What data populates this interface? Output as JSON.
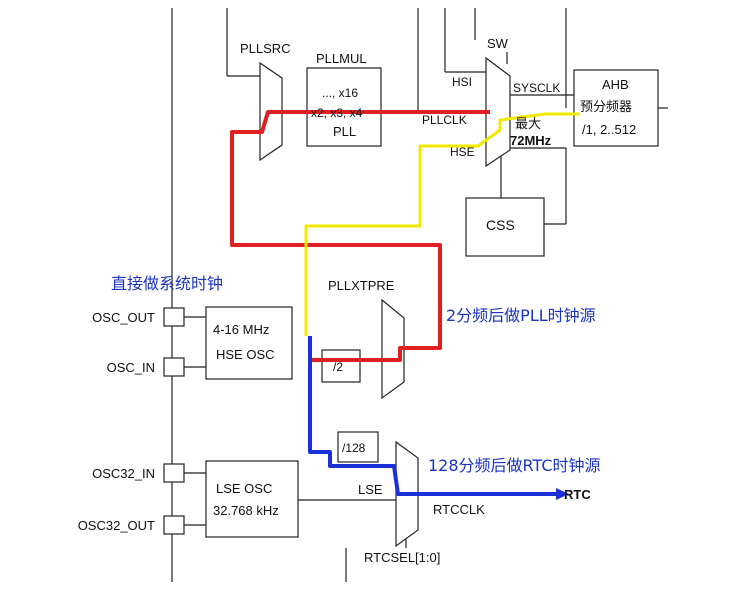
{
  "blocks": {
    "pllsrc": "PLLSRC",
    "pllmul": "PLLMUL",
    "pll_box": [
      "..., x16",
      "x2, x3, x4",
      "PLL"
    ],
    "sw": "SW",
    "hsi": "HSI",
    "sysclk": "SYSCLK",
    "pllclk": "PLLCLK",
    "hse": "HSE",
    "max_label": "最大",
    "max_value": "72MHz",
    "ahb_box": [
      "AHB",
      "预分频器",
      "/1, 2..512"
    ],
    "css": "CSS",
    "pllxtpre": "PLLXTPRE",
    "hse_osc_box": [
      "4-16 MHz",
      "HSE OSC"
    ],
    "div2": "/2",
    "div128": "/128",
    "lse_osc_box": [
      "LSE OSC",
      "32.768 kHz"
    ],
    "lse": "LSE",
    "rtcclk": "RTCCLK",
    "rtc": "RTC",
    "rtcsel": "RTCSEL[1:0]"
  },
  "pins": {
    "osc_out": "OSC_OUT",
    "osc_in": "OSC_IN",
    "osc32_in": "OSC32_IN",
    "osc32_out": "OSC32_OUT"
  },
  "annotations": {
    "direct_sysclk": "直接做系统时钟",
    "pll_source": "2分频后做PLL时钟源",
    "rtc_source": "128分频后做RTC时钟源"
  },
  "colors": {
    "pll_path": "#e02020",
    "sysclk_path": "#f2e800",
    "rtc_path": "#1c2fd8",
    "annotation_text": "#1a33c2"
  }
}
